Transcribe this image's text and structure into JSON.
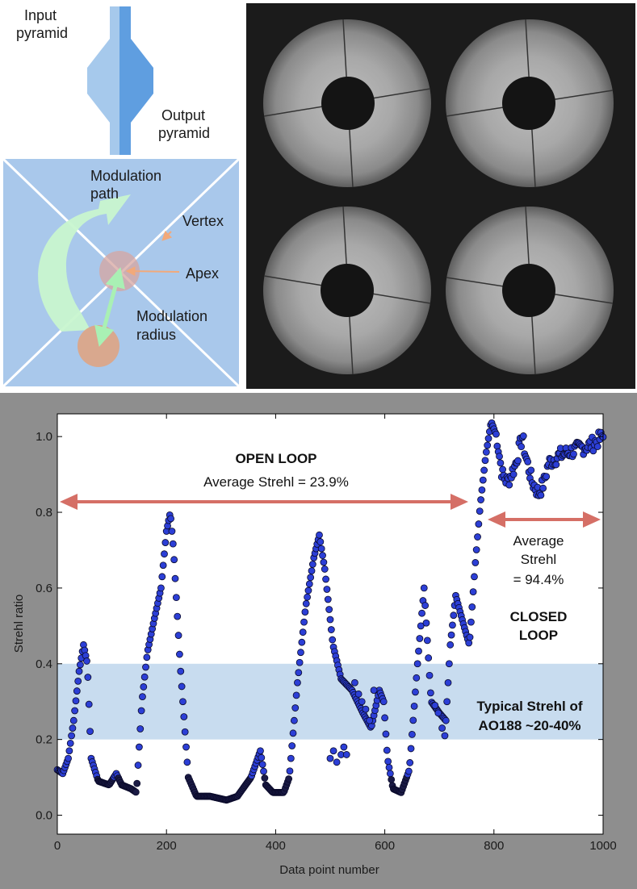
{
  "pyramid": {
    "input_label_1": "Input",
    "input_label_2": "pyramid",
    "output_label_1": "Output",
    "output_label_2": "pyramid"
  },
  "modulation": {
    "path_label_1": "Modulation",
    "path_label_2": "path",
    "vertex_label": "Vertex",
    "apex_label": "Apex",
    "radius_label_1": "Modulation",
    "radius_label_2": "radius"
  },
  "chart_data": {
    "type": "scatter",
    "xlabel": "Data point number",
    "ylabel": "Strehl ratio",
    "xlim": [
      0,
      1000
    ],
    "ylim": [
      -0.05,
      1.06
    ],
    "x_ticks": [
      "0",
      "200",
      "400",
      "600",
      "800",
      "1000"
    ],
    "y_ticks": [
      "0.0",
      "0.2",
      "0.4",
      "0.6",
      "0.8",
      "1.0"
    ],
    "grid": false,
    "band": {
      "y_range": [
        0.2,
        0.4
      ],
      "label_1": "Typical Strehl of",
      "label_2": "AO188 ~20-40%"
    },
    "annotations": {
      "open_loop_title": "OPEN LOOP",
      "open_loop_avg": "Average Strehl = 23.9%",
      "closed_avg_1": "Average",
      "closed_avg_2": "Strehl",
      "closed_avg_3": "= 94.4%",
      "closed_title_1": "CLOSED",
      "closed_title_2": "LOOP"
    },
    "series_profile": [
      [
        0,
        0.12
      ],
      [
        10,
        0.11
      ],
      [
        20,
        0.15
      ],
      [
        30,
        0.25
      ],
      [
        40,
        0.38
      ],
      [
        48,
        0.45
      ],
      [
        55,
        0.4
      ],
      [
        62,
        0.15
      ],
      [
        75,
        0.09
      ],
      [
        95,
        0.08
      ],
      [
        108,
        0.11
      ],
      [
        118,
        0.08
      ],
      [
        135,
        0.07
      ],
      [
        145,
        0.06
      ],
      [
        155,
        0.3
      ],
      [
        165,
        0.43
      ],
      [
        178,
        0.52
      ],
      [
        190,
        0.6
      ],
      [
        200,
        0.75
      ],
      [
        207,
        0.8
      ],
      [
        213,
        0.7
      ],
      [
        225,
        0.4
      ],
      [
        240,
        0.1
      ],
      [
        255,
        0.05
      ],
      [
        280,
        0.05
      ],
      [
        310,
        0.04
      ],
      [
        330,
        0.05
      ],
      [
        355,
        0.1
      ],
      [
        372,
        0.17
      ],
      [
        382,
        0.08
      ],
      [
        395,
        0.06
      ],
      [
        415,
        0.06
      ],
      [
        425,
        0.1
      ],
      [
        440,
        0.35
      ],
      [
        455,
        0.55
      ],
      [
        470,
        0.68
      ],
      [
        480,
        0.74
      ],
      [
        490,
        0.65
      ],
      [
        505,
        0.45
      ],
      [
        520,
        0.36
      ],
      [
        540,
        0.33
      ],
      [
        560,
        0.27
      ],
      [
        575,
        0.23
      ],
      [
        590,
        0.33
      ],
      [
        598,
        0.3
      ],
      [
        605,
        0.15
      ],
      [
        615,
        0.07
      ],
      [
        630,
        0.06
      ],
      [
        645,
        0.12
      ],
      [
        660,
        0.4
      ],
      [
        672,
        0.6
      ],
      [
        685,
        0.3
      ],
      [
        700,
        0.27
      ],
      [
        712,
        0.25
      ],
      [
        720,
        0.45
      ],
      [
        730,
        0.58
      ],
      [
        745,
        0.5
      ],
      [
        755,
        0.45
      ],
      [
        765,
        0.65
      ],
      [
        775,
        0.82
      ],
      [
        785,
        0.95
      ],
      [
        795,
        1.04
      ],
      [
        805,
        1.0
      ],
      [
        815,
        0.9
      ],
      [
        825,
        0.88
      ],
      [
        838,
        0.92
      ],
      [
        845,
        0.96
      ],
      [
        852,
        1.0
      ],
      [
        858,
        0.95
      ],
      [
        870,
        0.88
      ],
      [
        882,
        0.85
      ],
      [
        892,
        0.88
      ],
      [
        900,
        0.93
      ],
      [
        920,
        0.95
      ],
      [
        940,
        0.96
      ],
      [
        960,
        0.97
      ],
      [
        980,
        0.98
      ],
      [
        1000,
        1.0
      ]
    ],
    "noise_points": [
      [
        500,
        0.15
      ],
      [
        506,
        0.17
      ],
      [
        512,
        0.14
      ],
      [
        520,
        0.16
      ],
      [
        525,
        0.18
      ],
      [
        530,
        0.16
      ],
      [
        545,
        0.35
      ],
      [
        552,
        0.32
      ],
      [
        558,
        0.3
      ],
      [
        565,
        0.28
      ],
      [
        572,
        0.25
      ],
      [
        580,
        0.33
      ],
      [
        692,
        0.29
      ],
      [
        698,
        0.27
      ],
      [
        705,
        0.23
      ],
      [
        710,
        0.21
      ]
    ]
  }
}
